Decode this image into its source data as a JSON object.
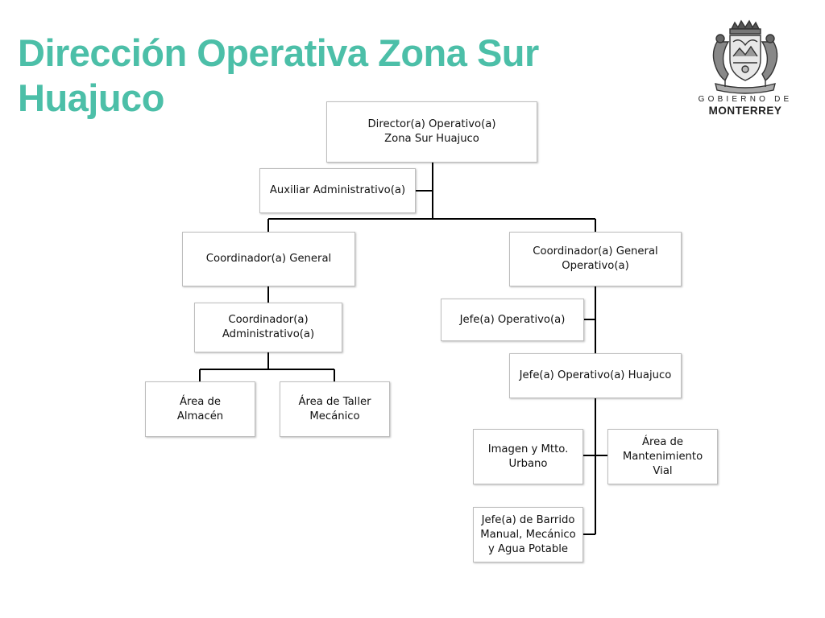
{
  "title": {
    "line1": "Dirección Operativa Zona Sur",
    "line2": "Huajuco"
  },
  "logo": {
    "line1": "GOBIERNO DE",
    "line2": "MONTERREY"
  },
  "org_chart": {
    "director": "Director(a) Operativo(a)\nZona Sur Huajuco",
    "auxiliar": "Auxiliar Administrativo(a)",
    "coord_general": "Coordinador(a) General",
    "coord_general_operativo": "Coordinador(a) General\nOperativo(a)",
    "coord_administrativo": "Coordinador(a)\nAdministrativo(a)",
    "area_almacen": "Área de\nAlmacén",
    "area_taller": "Área de Taller\nMecánico",
    "jefe_operativo": "Jefe(a) Operativo(a)",
    "jefe_operativo_huajuco": "Jefe(a) Operativo(a) Huajuco",
    "imagen_mtto": "Imagen y Mtto.\nUrbano",
    "area_mantenimiento_vial": "Área de\nMantenimiento\nVial",
    "jefe_barrido": "Jefe(a) de Barrido\nManual, Mecánico\ny Agua Potable"
  },
  "colors": {
    "title": "#4cbfa8",
    "connector": "#000000",
    "box_border": "#bdbdbd"
  }
}
